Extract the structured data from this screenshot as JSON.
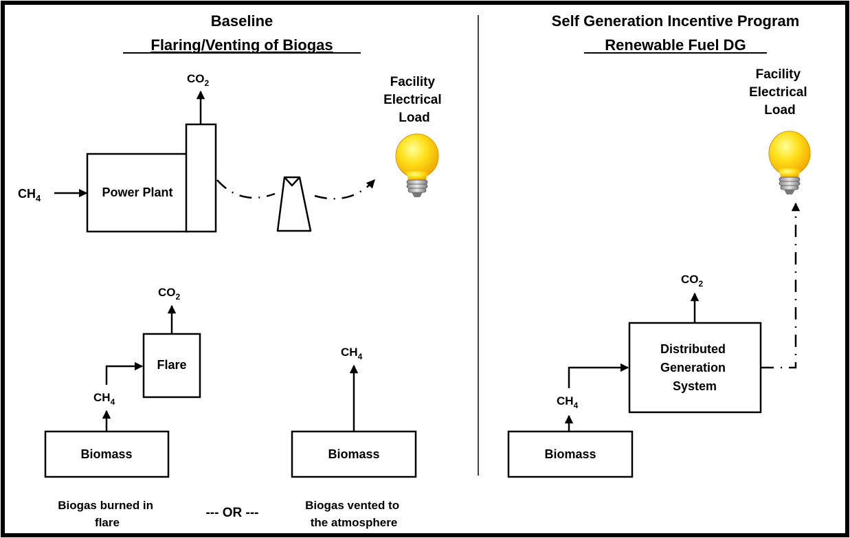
{
  "baseline": {
    "title": "Baseline",
    "subtitle": "Flaring/Venting of Biogas",
    "plant": {
      "input": "CH",
      "input_sub": "4",
      "box": "Power Plant",
      "exhaust": "CO",
      "exhaust_sub": "2",
      "load": [
        "Facility",
        "Electrical",
        "Load"
      ]
    },
    "flare_path": {
      "source": "Biomass",
      "gas": "CH",
      "gas_sub": "4",
      "device": "Flare",
      "output": "CO",
      "output_sub": "2",
      "caption": [
        "Biogas burned in",
        "flare"
      ]
    },
    "or_label": "--- OR ---",
    "vent_path": {
      "source": "Biomass",
      "output": "CH",
      "output_sub": "4",
      "caption": [
        "Biogas vented to",
        "the atmosphere"
      ]
    }
  },
  "sgip": {
    "title": "Self Generation Incentive Program",
    "subtitle": "Renewable Fuel DG",
    "load": [
      "Facility",
      "Electrical",
      "Load"
    ],
    "source": "Biomass",
    "gas": "CH",
    "gas_sub": "4",
    "system": [
      "Distributed",
      "Generation",
      "System"
    ],
    "output": "CO",
    "output_sub": "2"
  }
}
